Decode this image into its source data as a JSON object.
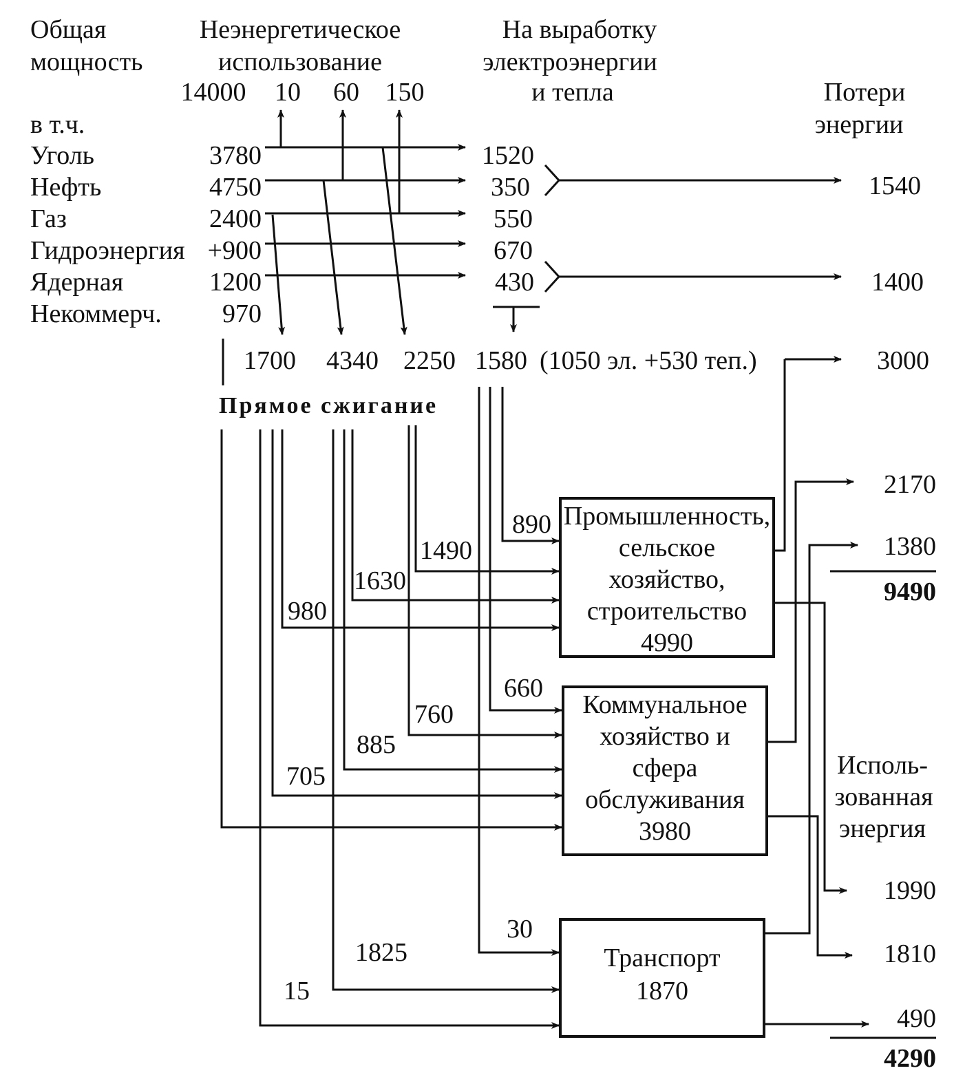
{
  "header": {
    "total_l1": "Общая",
    "total_l2": "мощность",
    "nonenergy_l1": "Неэнергетическое",
    "nonenergy_l2": "использование",
    "power_l1": "На выработку",
    "power_l2": "электроэнергии",
    "power_l3": "и тепла",
    "losses_l1": "Потери",
    "losses_l2": "энергии",
    "total_value": "14000",
    "nonenergy_values": [
      "10",
      "60",
      "150"
    ],
    "incl": "в т.ч."
  },
  "sources": [
    {
      "label": "Уголь",
      "value": "3780",
      "to_power": "1520"
    },
    {
      "label": "Нефть",
      "value": "4750",
      "to_power": "350"
    },
    {
      "label": "Газ",
      "value": "2400",
      "to_power": "550"
    },
    {
      "label": "Гидроэнергия",
      "value": "+900",
      "to_power": "670"
    },
    {
      "label": "Ядерная",
      "value": "1200",
      "to_power": "430"
    },
    {
      "label": "Некоммерч.",
      "value": "970"
    }
  ],
  "power_losses": [
    "1540",
    "1400"
  ],
  "direct": {
    "values": [
      "1700",
      "4340",
      "2250",
      "1580"
    ],
    "power_note": "(1050 эл. +530 теп.)",
    "total_loss": "3000",
    "title": "Прямое сжигание"
  },
  "flows": {
    "industry": [
      "890",
      "1490",
      "1630",
      "980"
    ],
    "communal": [
      "660",
      "760",
      "885",
      "705"
    ],
    "transport": [
      "30",
      "1825",
      "15"
    ]
  },
  "sectors": {
    "industry": {
      "l1": "Промышленность,",
      "l2": "сельское",
      "l3": "хозяйство,",
      "l4": "строительство",
      "value": "4990"
    },
    "communal": {
      "l1": "Коммунальное",
      "l2": "хозяйство и",
      "l3": "сфера",
      "l4": "обслуживания",
      "value": "3980"
    },
    "transport": {
      "l1": "Транспорт",
      "value": "1870"
    }
  },
  "losses_right": [
    "2170",
    "1380"
  ],
  "losses_total": "9490",
  "used": {
    "l1": "Исполь-",
    "l2": "зованная",
    "l3": "энергия",
    "values": [
      "1990",
      "1810",
      "490"
    ],
    "total": "4290"
  }
}
